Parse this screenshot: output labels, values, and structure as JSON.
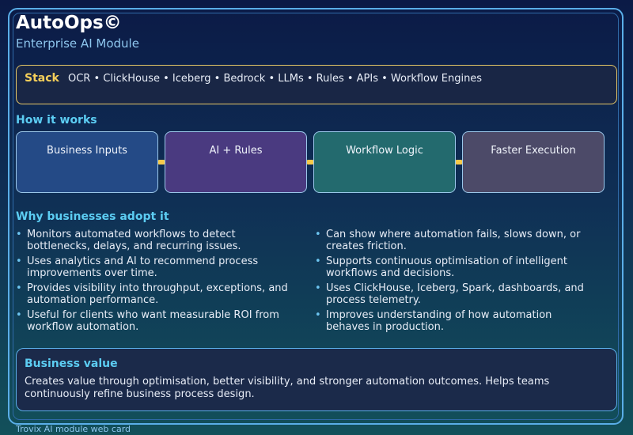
{
  "header": {
    "title": "AutoOps©",
    "subtitle": "Enterprise AI Module"
  },
  "stack": {
    "label": "Stack",
    "text": "OCR • ClickHouse • Iceberg • Bedrock • LLMs • Rules • APIs • Workflow Engines"
  },
  "how_it_works": {
    "heading": "How it works",
    "steps": [
      {
        "label": "Business Inputs",
        "color": "#244a86"
      },
      {
        "label": "AI + Rules",
        "color": "#4a3a80"
      },
      {
        "label": "Workflow Logic",
        "color": "#236a6e"
      },
      {
        "label": "Faster Execution",
        "color": "#4c4a68"
      }
    ],
    "connector_color": "#f6c94a"
  },
  "why_adopt": {
    "heading": "Why businesses adopt it",
    "left": [
      "Monitors automated workflows to detect bottlenecks, delays, and recurring issues.",
      "Uses analytics and AI to recommend process improvements over time.",
      "Provides visibility into throughput, exceptions, and automation performance.",
      "Useful for clients who want measurable ROI from workflow automation."
    ],
    "right": [
      "Can show where automation fails, slows down, or creates friction.",
      "Supports continuous optimisation of intelligent workflows and decisions.",
      "Uses ClickHouse, Iceberg, Spark, dashboards, and process telemetry.",
      "Improves understanding of how automation behaves in production."
    ]
  },
  "business_value": {
    "heading": "Business value",
    "text": "Creates value through optimisation, better visibility, and stronger automation outcomes. Helps teams continuously refine business process design."
  },
  "footer": "Trovix AI module web card",
  "colors": {
    "accent": "#5ccdf3",
    "stack_border": "#e6c766",
    "stack_label": "#f6cf5a",
    "card_border": "#5aaee8"
  }
}
